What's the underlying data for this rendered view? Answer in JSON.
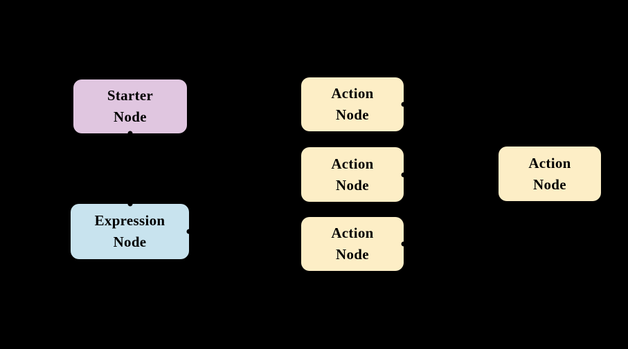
{
  "diagram": {
    "canvas_background": "#000000",
    "text_color": "#000000",
    "node_fills": {
      "starter": "#E0C6E0",
      "action": "#FDEEC6",
      "expression": "#C8E3EE"
    },
    "handle_color": "#000000",
    "nodes": {
      "starter": {
        "label": "Starter\nNode",
        "type": "starter",
        "handles": [
          "bottom"
        ]
      },
      "action_top": {
        "label": "Action\nNode",
        "type": "action",
        "handles": [
          "right"
        ]
      },
      "action_middle": {
        "label": "Action\nNode",
        "type": "action",
        "handles": [
          "right"
        ]
      },
      "action_bottom": {
        "label": "Action\nNode",
        "type": "action",
        "handles": [
          "right"
        ]
      },
      "action_right": {
        "label": "Action\nNode",
        "type": "action",
        "handles": []
      },
      "expression": {
        "label": "Expression\nNode",
        "type": "expression",
        "handles": [
          "top",
          "right"
        ]
      }
    }
  }
}
